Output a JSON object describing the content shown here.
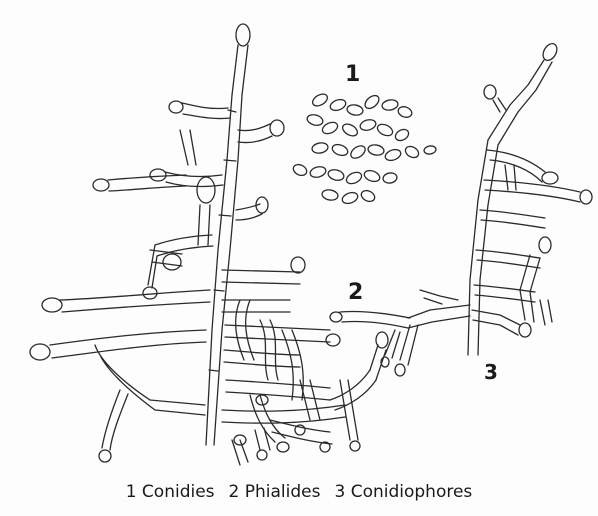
{
  "labels": {
    "conidia": "1",
    "phialides": "2",
    "conidiophores": "3"
  },
  "caption": {
    "item1": "1 Conidies",
    "item2": "2 Phialides",
    "item3": "3 Conidiophores"
  }
}
